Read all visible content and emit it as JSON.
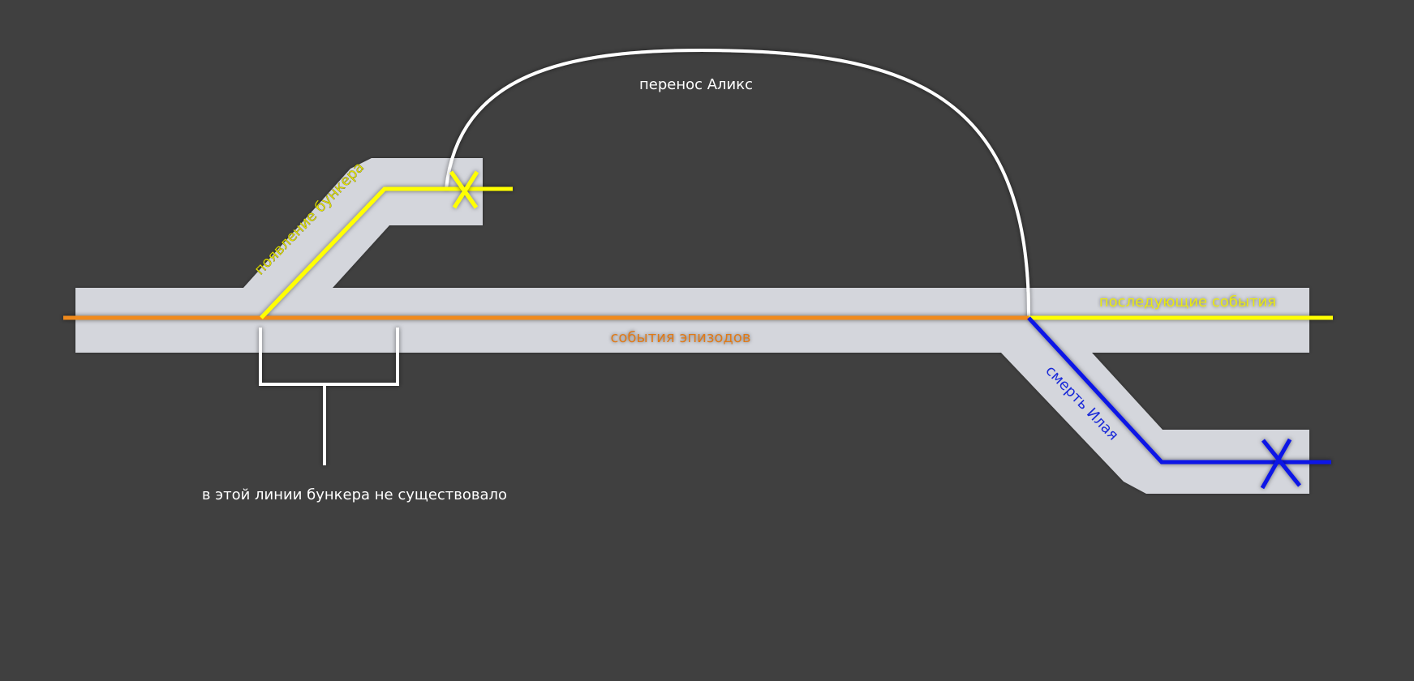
{
  "colors": {
    "background": "#404040",
    "track": "#d4d6dc",
    "main_line": "#f08a1c",
    "yellow_line": "#ffff00",
    "blue_line": "#0a14e6",
    "white_line": "#ffffff"
  },
  "labels": {
    "bunker_appearance": "появление бункера",
    "alyx_transfer": "перенос Аликс",
    "episode_events": "события эпизодов",
    "subsequent_events": "последующие события",
    "eli_death": "смерть Илая",
    "no_bunker_note": "в этой линии бункера не существовало"
  }
}
